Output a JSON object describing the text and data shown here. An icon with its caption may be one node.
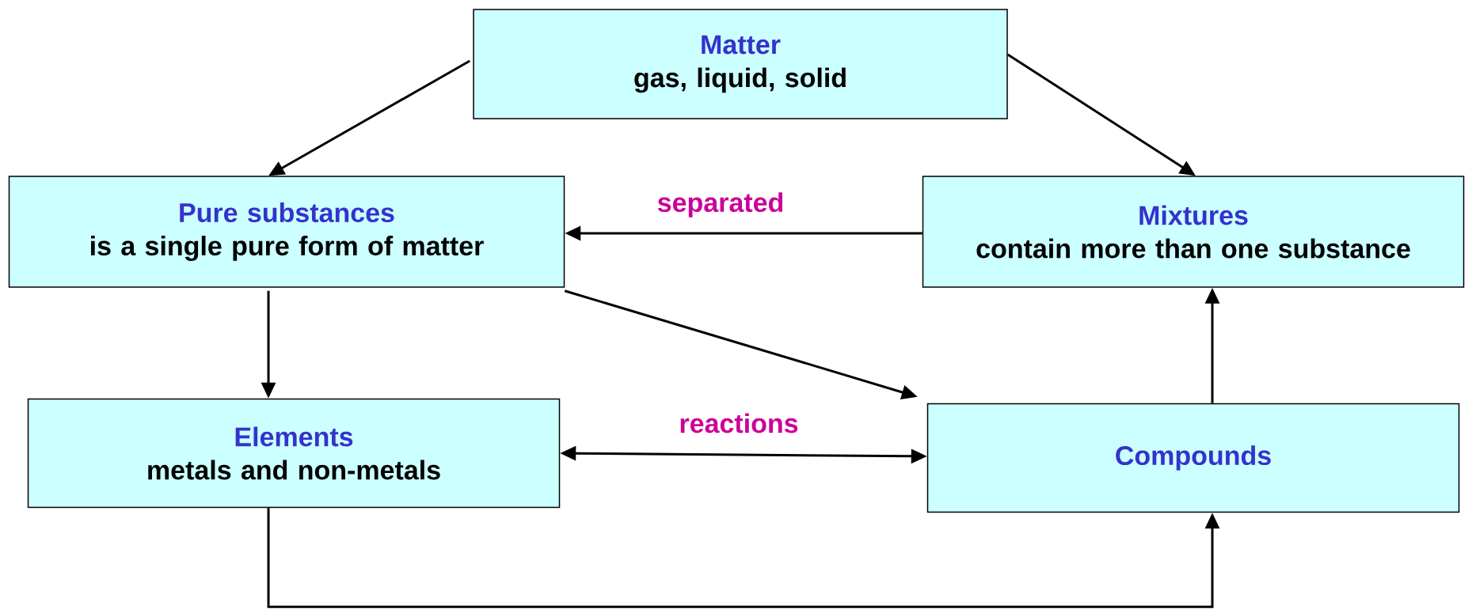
{
  "diagram": {
    "nodes": [
      {
        "text": [
          "Matter",
          "gas, liquid, solid"
        ]
      },
      {
        "text": [
          "Pure substances",
          "is a single pure form of matter"
        ]
      },
      {
        "text": [
          "Mixtures",
          "contain more than one substance"
        ]
      },
      {
        "text": [
          "Elements",
          "metals and non-metals"
        ]
      },
      {
        "text": [
          "Compounds"
        ]
      }
    ],
    "edges": [
      {
        "from": 0,
        "to": 1,
        "arrow": "to"
      },
      {
        "from": 0,
        "to": 2,
        "arrow": "to"
      },
      {
        "from": 2,
        "to": 1,
        "arrow": "to",
        "label": "separated"
      },
      {
        "from": 1,
        "to": 4,
        "arrow": "to"
      },
      {
        "from": 1,
        "to": 3,
        "arrow": "to"
      },
      {
        "from": 3,
        "to": 4,
        "arrow": "both",
        "label": "reactions"
      },
      {
        "from": 4,
        "to": 2,
        "arrow": "to"
      },
      {
        "from": 3,
        "to": 4,
        "arrow": "to"
      }
    ]
  }
}
